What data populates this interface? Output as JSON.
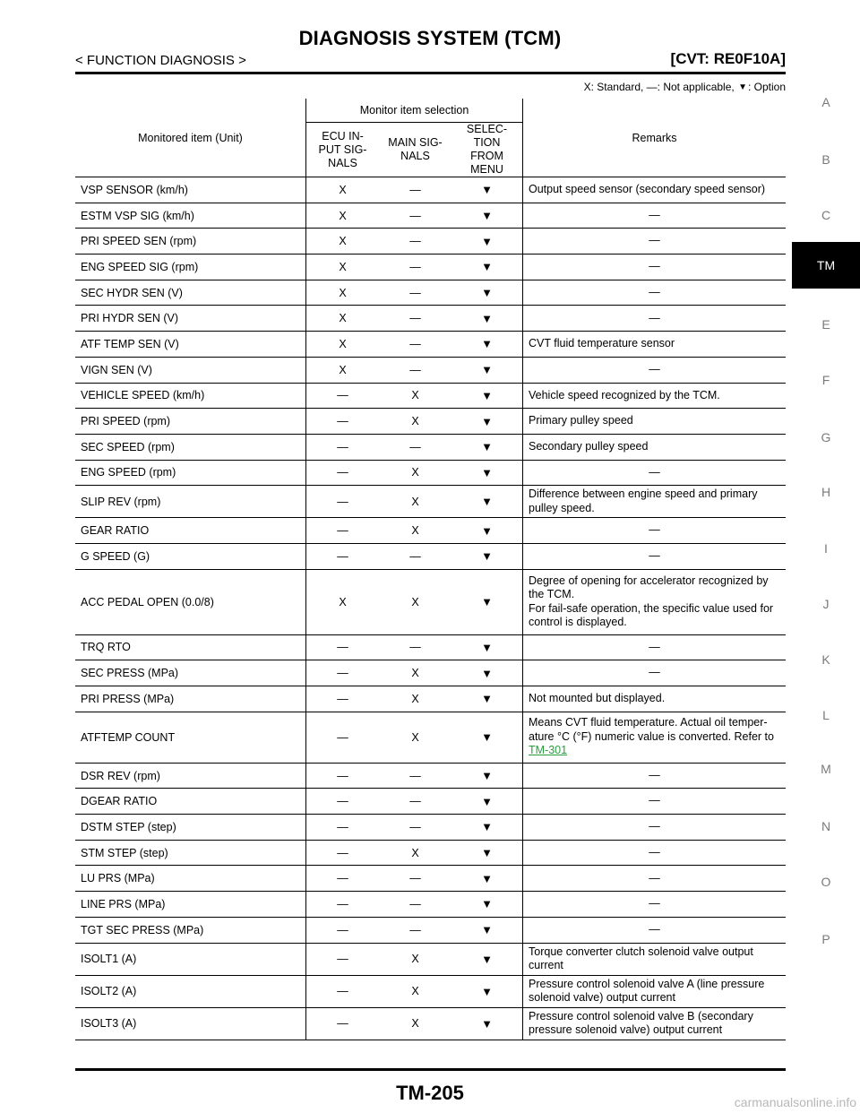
{
  "header": {
    "title": "DIAGNOSIS SYSTEM (TCM)",
    "section": "< FUNCTION DIAGNOSIS >",
    "model": "[CVT: RE0F10A]"
  },
  "legend": {
    "prefix": "X: Standard, —: Not applicable, ",
    "triangle": "▼",
    "suffix": ": Option"
  },
  "table": {
    "headers": {
      "item": "Monitored item (Unit)",
      "selection": "Monitor item selection",
      "ecu": "ECU IN-\nPUT SIG-\nNALS",
      "main": "MAIN SIG-\nNALS",
      "menu": "SELEC-\nTION\nFROM\nMENU",
      "remarks": "Remarks"
    },
    "rows": [
      {
        "item": "VSP SENSOR (km/h)",
        "ecu": "X",
        "main": "—",
        "menu": "▼",
        "remarks": "Output speed sensor (secondary speed sensor)"
      },
      {
        "item": "ESTM VSP SIG (km/h)",
        "ecu": "X",
        "main": "—",
        "menu": "▼",
        "remarks": "—"
      },
      {
        "item": "PRI SPEED SEN (rpm)",
        "ecu": "X",
        "main": "—",
        "menu": "▼",
        "remarks": "—"
      },
      {
        "item": "ENG SPEED SIG (rpm)",
        "ecu": "X",
        "main": "—",
        "menu": "▼",
        "remarks": "—"
      },
      {
        "item": "SEC HYDR SEN (V)",
        "ecu": "X",
        "main": "—",
        "menu": "▼",
        "remarks": "—"
      },
      {
        "item": "PRI HYDR SEN (V)",
        "ecu": "X",
        "main": "—",
        "menu": "▼",
        "remarks": "—"
      },
      {
        "item": "ATF TEMP SEN (V)",
        "ecu": "X",
        "main": "—",
        "menu": "▼",
        "remarks": "CVT fluid temperature sensor"
      },
      {
        "item": "VIGN SEN (V)",
        "ecu": "X",
        "main": "—",
        "menu": "▼",
        "remarks": "—"
      },
      {
        "item": "VEHICLE SPEED (km/h)",
        "ecu": "—",
        "main": "X",
        "menu": "▼",
        "remarks": "Vehicle speed recognized by the TCM."
      },
      {
        "item": "PRI SPEED (rpm)",
        "ecu": "—",
        "main": "X",
        "menu": "▼",
        "remarks": "Primary pulley speed"
      },
      {
        "item": "SEC SPEED (rpm)",
        "ecu": "—",
        "main": "—",
        "menu": "▼",
        "remarks": "Secondary pulley speed"
      },
      {
        "item": "ENG SPEED (rpm)",
        "ecu": "—",
        "main": "X",
        "menu": "▼",
        "remarks": "—"
      },
      {
        "item": "SLIP REV (rpm)",
        "ecu": "—",
        "main": "X",
        "menu": "▼",
        "remarks": "Difference between engine speed and primary pulley speed."
      },
      {
        "item": "GEAR RATIO",
        "ecu": "—",
        "main": "X",
        "menu": "▼",
        "remarks": "—"
      },
      {
        "item": "G SPEED (G)",
        "ecu": "—",
        "main": "—",
        "menu": "▼",
        "remarks": "—"
      },
      {
        "item": "ACC PEDAL OPEN (0.0/8)",
        "ecu": "X",
        "main": "X",
        "menu": "▼",
        "remarks": "Degree of opening for accelerator recognized by the TCM.\nFor fail-safe operation, the specific value used for control is displayed."
      },
      {
        "item": "TRQ RTO",
        "ecu": "—",
        "main": "—",
        "menu": "▼",
        "remarks": "—"
      },
      {
        "item": "SEC PRESS (MPa)",
        "ecu": "—",
        "main": "X",
        "menu": "▼",
        "remarks": "—"
      },
      {
        "item": "PRI PRESS (MPa)",
        "ecu": "—",
        "main": "X",
        "menu": "▼",
        "remarks": "Not mounted but displayed."
      },
      {
        "item": "ATFTEMP COUNT",
        "ecu": "—",
        "main": "X",
        "menu": "▼",
        "remarks": "Means CVT fluid temperature. Actual oil temper-\nature °C (°F) numeric value is converted. Refer to",
        "link": "TM-301"
      },
      {
        "item": "DSR REV (rpm)",
        "ecu": "—",
        "main": "—",
        "menu": "▼",
        "remarks": "—"
      },
      {
        "item": "DGEAR RATIO",
        "ecu": "—",
        "main": "—",
        "menu": "▼",
        "remarks": "—"
      },
      {
        "item": "DSTM STEP (step)",
        "ecu": "—",
        "main": "—",
        "menu": "▼",
        "remarks": "—"
      },
      {
        "item": "STM STEP (step)",
        "ecu": "—",
        "main": "X",
        "menu": "▼",
        "remarks": "—"
      },
      {
        "item": "LU PRS (MPa)",
        "ecu": "—",
        "main": "—",
        "menu": "▼",
        "remarks": "—"
      },
      {
        "item": "LINE PRS (MPa)",
        "ecu": "—",
        "main": "—",
        "menu": "▼",
        "remarks": "—"
      },
      {
        "item": "TGT SEC PRESS (MPa)",
        "ecu": "—",
        "main": "—",
        "menu": "▼",
        "remarks": "—"
      },
      {
        "item": "ISOLT1 (A)",
        "ecu": "—",
        "main": "X",
        "menu": "▼",
        "remarks": "Torque converter clutch solenoid valve output current"
      },
      {
        "item": "ISOLT2 (A)",
        "ecu": "—",
        "main": "X",
        "menu": "▼",
        "remarks": "Pressure control solenoid valve A (line pressure solenoid valve) output current"
      },
      {
        "item": "ISOLT3 (A)",
        "ecu": "—",
        "main": "X",
        "menu": "▼",
        "remarks": "Pressure control solenoid valve B (secondary pressure solenoid valve) output current"
      }
    ]
  },
  "sidebar": {
    "tabs": [
      "A",
      "B",
      "C",
      "TM",
      "E",
      "F",
      "G",
      "H",
      "I",
      "J",
      "K",
      "L",
      "M",
      "N",
      "O",
      "P"
    ],
    "active": "TM"
  },
  "footer": {
    "page": "TM-205",
    "watermark": "carmanualsonline.info"
  }
}
